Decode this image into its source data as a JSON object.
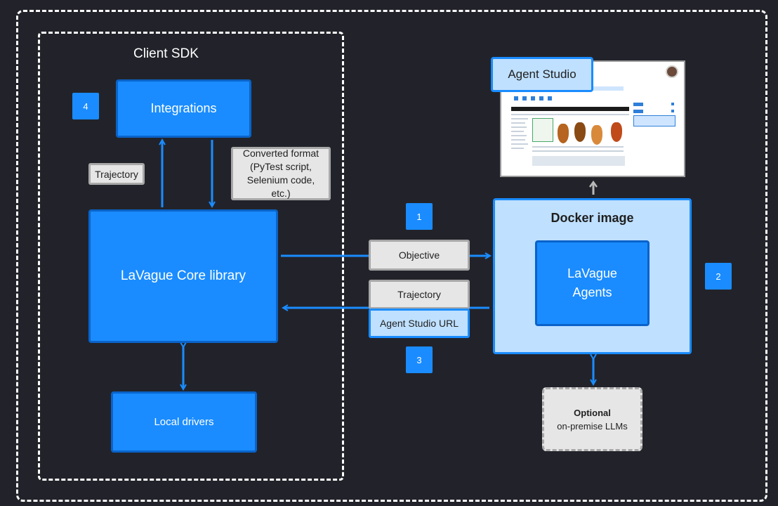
{
  "client_sdk": {
    "title": "Client SDK",
    "integrations": "Integrations",
    "core_library": "LaVague Core library",
    "local_drivers": "Local drivers",
    "trajectory_label": "Trajectory",
    "converted_format_label": "Converted format (PyTest script, Selenium code, etc.)",
    "badge_4": "4"
  },
  "exchange": {
    "objective_label": "Objective",
    "trajectory_label": "Trajectory",
    "agent_studio_url_label": "Agent Studio URL",
    "badge_1": "1",
    "badge_3": "3"
  },
  "docker": {
    "title": "Docker image",
    "agents": "LaVague Agents",
    "badge_2": "2"
  },
  "agent_studio": {
    "label": "Agent Studio"
  },
  "llms": {
    "title": "Optional",
    "subtitle": "on-premise LLMs"
  },
  "colors": {
    "background": "#22232a",
    "accent_blue": "#1a8cff",
    "light_blue": "#bfe0ff",
    "grey_label": "#e6e6e6"
  }
}
